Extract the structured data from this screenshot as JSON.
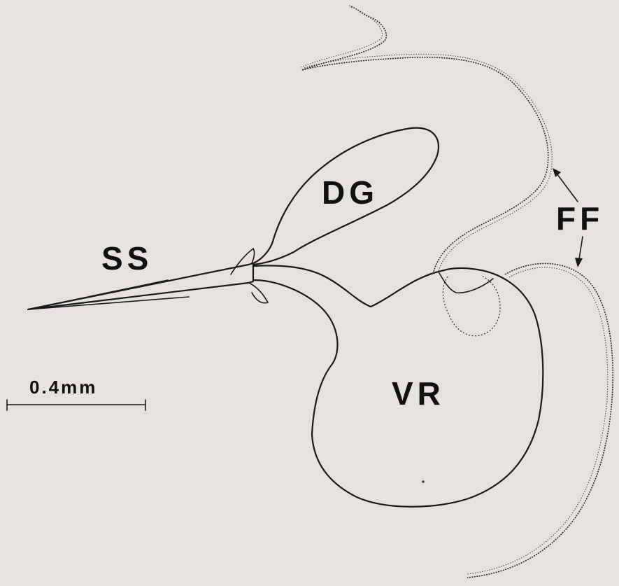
{
  "labels": {
    "ss": "SS",
    "dg": "DG",
    "ff": "FF",
    "vr": "VR"
  },
  "scale_bar": {
    "text": "0.4mm"
  },
  "colors": {
    "background": "#e6e3df",
    "ink": "#1a1a1a"
  }
}
